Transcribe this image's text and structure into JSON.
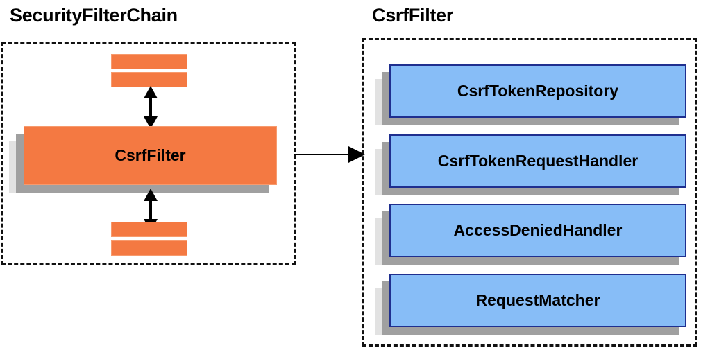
{
  "diagram": {
    "type": "component-relationship-diagram",
    "background_color": "#ffffff",
    "palette": {
      "orange_fill": "#f47942",
      "orange_border": "#f79a6d",
      "blue_fill": "#87bdf7",
      "blue_border": "#1f2f8f",
      "shadow_mid": "#a0a0a0",
      "shadow_back": "#e2e2e2",
      "outline": "#111111",
      "text": "#000000"
    }
  },
  "panels": {
    "left": {
      "title": "SecurityFilterChain",
      "border_style": "dashed",
      "filter_slots_top": [
        "",
        ""
      ],
      "highlighted_component": "CsrfFilter",
      "filter_slots_bottom": [
        "",
        ""
      ]
    },
    "right": {
      "title": "CsrfFilter",
      "border_style": "dashed",
      "collaborators": [
        {
          "label": "CsrfTokenRepository"
        },
        {
          "label": "CsrfTokenRequestHandler"
        },
        {
          "label": "AccessDeniedHandler"
        },
        {
          "label": "RequestMatcher"
        }
      ]
    }
  },
  "connectors": [
    {
      "name": "top-chain-link",
      "style": "double-headed-vertical-arrow"
    },
    {
      "name": "bottom-chain-link",
      "style": "double-headed-vertical-arrow"
    },
    {
      "name": "expansion-link",
      "style": "single-headed-horizontal-arrow"
    }
  ]
}
